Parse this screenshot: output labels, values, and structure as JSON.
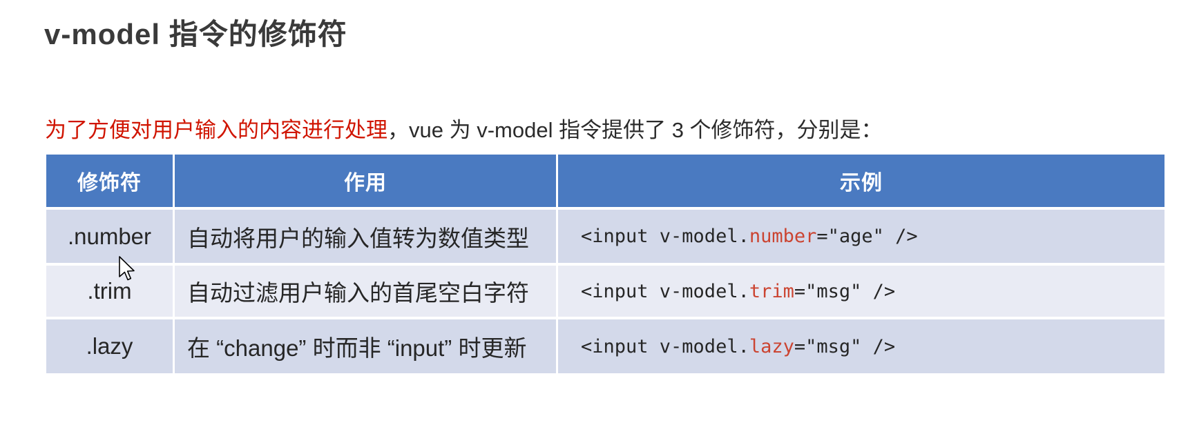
{
  "page": {
    "title": "v-model 指令的修饰符",
    "intro": {
      "highlight": "为了方便对用户输入的内容进行处理",
      "rest": "，vue 为 v-model 指令提供了 3 个修饰符，分别是："
    }
  },
  "table": {
    "headers": [
      "修饰符",
      "作用",
      "示例"
    ],
    "rows": [
      {
        "modifier": ".number",
        "effect": "自动将用户的输入值转为数值类型",
        "code_prefix": "<input v-model.",
        "code_keyword": "number",
        "code_suffix": "=\"age\" />"
      },
      {
        "modifier": ".trim",
        "effect": "自动过滤用户输入的首尾空白字符",
        "code_prefix": "<input v-model.",
        "code_keyword": "trim",
        "code_suffix": "=\"msg\" />"
      },
      {
        "modifier": ".lazy",
        "effect": "在 “change” 时而非 “input” 时更新",
        "code_prefix": "<input v-model.",
        "code_keyword": "lazy",
        "code_suffix": "=\"msg\" />"
      }
    ]
  },
  "cursor": {
    "name": "mouse-cursor"
  },
  "colors": {
    "header_bg": "#4a7ac1",
    "header_text": "#ffffff",
    "row_odd_bg": "#d3d9ea",
    "row_even_bg": "#e9ebf4",
    "intro_highlight_red": "#d01400",
    "code_keyword_red": "#cb4431",
    "title_text": "#3a3a3a",
    "body_text": "#262626"
  }
}
